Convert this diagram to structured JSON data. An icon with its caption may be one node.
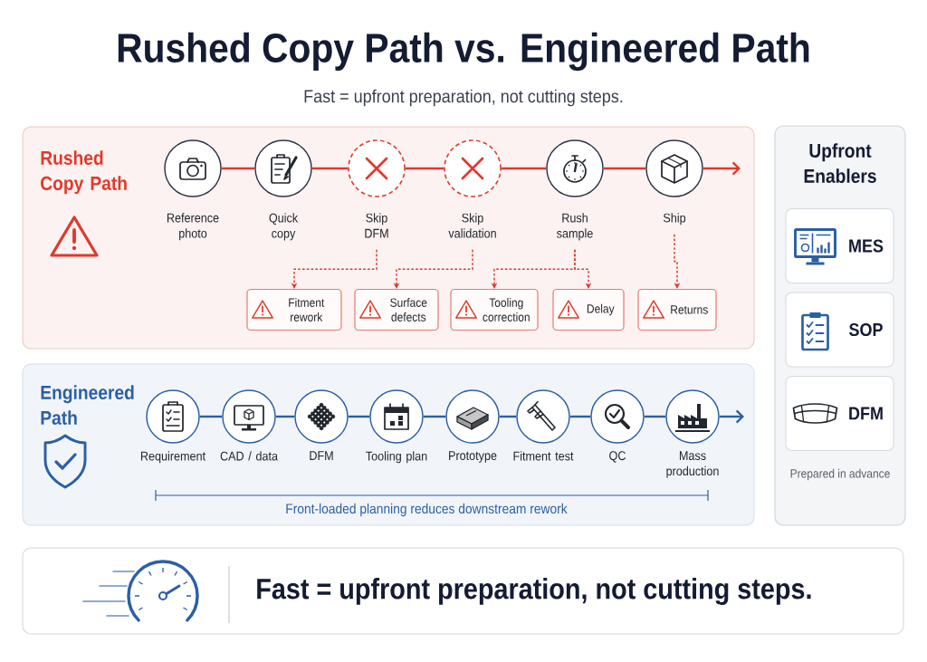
{
  "diagram": {
    "title": "Rushed Copy Path vs. Engineered Path",
    "nodes": [
      {
        "text": [
          "Rushed Copy Path"
        ]
      },
      {
        "text": [
          "Reference photo"
        ],
        "in": 0
      },
      {
        "text": [
          "Quick copy"
        ],
        "in": 0
      },
      {
        "text": [
          "Skip DFM"
        ],
        "in": 0
      },
      {
        "text": [
          "Skip validation"
        ],
        "in": 0
      },
      {
        "text": [
          "Rush sample"
        ],
        "in": 0
      },
      {
        "text": [
          "Ship"
        ],
        "in": 0
      },
      {
        "text": [
          "Fitment rework"
        ],
        "in": 0
      },
      {
        "text": [
          "Surface defects"
        ],
        "in": 0
      },
      {
        "text": [
          "Tooling correction"
        ],
        "in": 0
      },
      {
        "text": [
          "Delay"
        ],
        "in": 0
      },
      {
        "text": [
          "Returns"
        ],
        "in": 0
      },
      {
        "text": [
          "Engineered Path"
        ]
      },
      {
        "text": [
          "Requirement"
        ],
        "in": 12
      },
      {
        "text": [
          "CAD / data"
        ],
        "in": 12
      },
      {
        "text": [
          "DFM"
        ],
        "in": 12
      },
      {
        "text": [
          "Tooling plan"
        ],
        "in": 12
      },
      {
        "text": [
          "Prototype"
        ],
        "in": 12
      },
      {
        "text": [
          "Fitment test"
        ],
        "in": 12
      },
      {
        "text": [
          "QC"
        ],
        "in": 12
      },
      {
        "text": [
          "Mass production"
        ],
        "in": 12
      },
      {
        "text": [
          "Upfront Enablers",
          "Prepared in advance"
        ]
      },
      {
        "text": [
          "MES"
        ],
        "in": 21
      },
      {
        "text": [
          "SOP"
        ],
        "in": 21
      },
      {
        "text": [
          "DFM"
        ],
        "in": 21
      },
      {
        "text": [
          "Fast = upfront preparation, not cutting steps."
        ]
      }
    ],
    "edges": [
      {
        "from": 1,
        "to": 2,
        "arrow": "none"
      },
      {
        "from": 2,
        "to": 3,
        "arrow": "none"
      },
      {
        "from": 3,
        "to": 4,
        "arrow": "none"
      },
      {
        "from": 4,
        "to": 5,
        "arrow": "none"
      },
      {
        "from": 5,
        "to": 6,
        "arrow": "none"
      },
      {
        "from": 6,
        "to": null,
        "arrow": "to"
      },
      {
        "from": 3,
        "to": 7,
        "arrow": "to",
        "style": "dashed"
      },
      {
        "from": 4,
        "to": 8,
        "arrow": "to",
        "style": "dashed"
      },
      {
        "from": 5,
        "to": 9,
        "arrow": "to",
        "style": "dashed"
      },
      {
        "from": 5,
        "to": 10,
        "arrow": "to",
        "style": "dashed"
      },
      {
        "from": 6,
        "to": 11,
        "arrow": "to",
        "style": "dashed"
      },
      {
        "from": 13,
        "to": 14,
        "arrow": "none",
        "color": "#2b5fa6"
      },
      {
        "from": 14,
        "to": 15,
        "arrow": "none",
        "color": "#2b5fa6"
      },
      {
        "from": 15,
        "to": 16,
        "arrow": "none",
        "color": "#2b5fa6"
      },
      {
        "from": 16,
        "to": 17,
        "arrow": "none",
        "color": "#2b5fa6"
      },
      {
        "from": 17,
        "to": 18,
        "arrow": "none",
        "color": "#2b5fa6"
      },
      {
        "from": 18,
        "to": 19,
        "arrow": "none",
        "color": "#2b5fa6"
      },
      {
        "from": 19,
        "to": 20,
        "arrow": "none",
        "color": "#2b5fa6"
      },
      {
        "from": 20,
        "to": null,
        "arrow": "to",
        "color": "#2b5fa6"
      }
    ],
    "labels": [
      "Fast = upfront preparation, not cutting steps.",
      "Front-loaded planning reduces downstream rework"
    ]
  }
}
